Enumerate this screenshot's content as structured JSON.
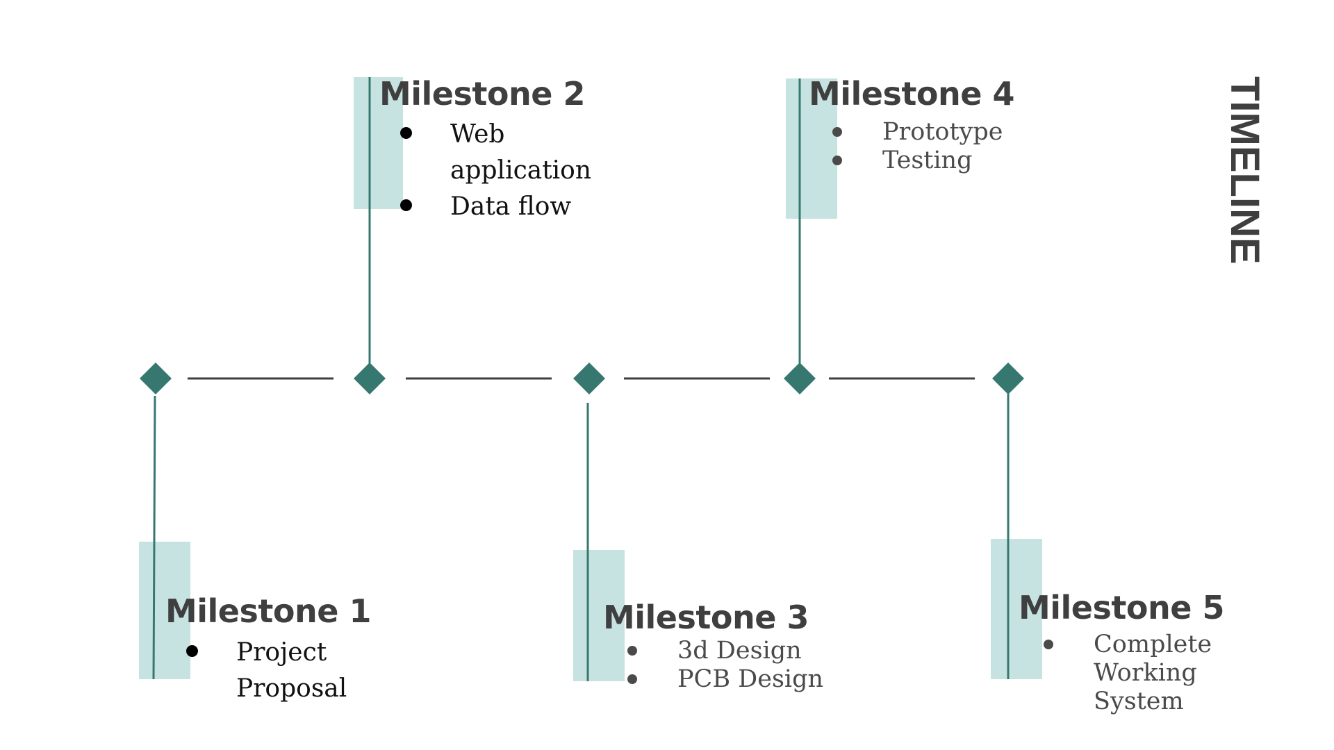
{
  "title": "TIMELINE",
  "colors": {
    "accent": "#36786f",
    "accent_light": "#c7e3e1",
    "line": "#3f3f3f",
    "text": "#3f3f3f"
  },
  "milestones": [
    {
      "heading": "Milestone 1",
      "items": [
        "Project Proposal"
      ]
    },
    {
      "heading": "Milestone 2",
      "items": [
        "Web application",
        "Data flow"
      ]
    },
    {
      "heading": "Milestone 3",
      "items": [
        "3d Design",
        "PCB Design"
      ]
    },
    {
      "heading": "Milestone 4",
      "items": [
        "Prototype",
        "Testing"
      ]
    },
    {
      "heading": "Milestone 5",
      "items": [
        "Complete Working System"
      ]
    }
  ]
}
